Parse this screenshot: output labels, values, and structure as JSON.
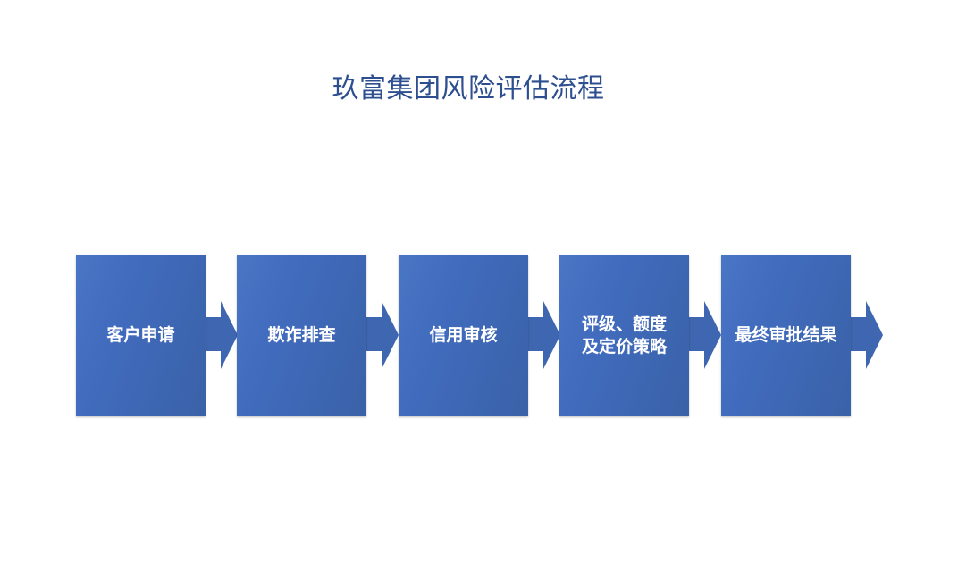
{
  "title": "玖富集团风险评估流程",
  "colors": {
    "title": "#2e4f8f",
    "box": "#416bbd",
    "arrow": "#3f66b0"
  },
  "steps": [
    {
      "label": "客户申请"
    },
    {
      "label": "欺诈排查"
    },
    {
      "label": "信用审核"
    },
    {
      "label": "评级、额度\n及定价策略"
    },
    {
      "label": "最终审批结果"
    }
  ]
}
